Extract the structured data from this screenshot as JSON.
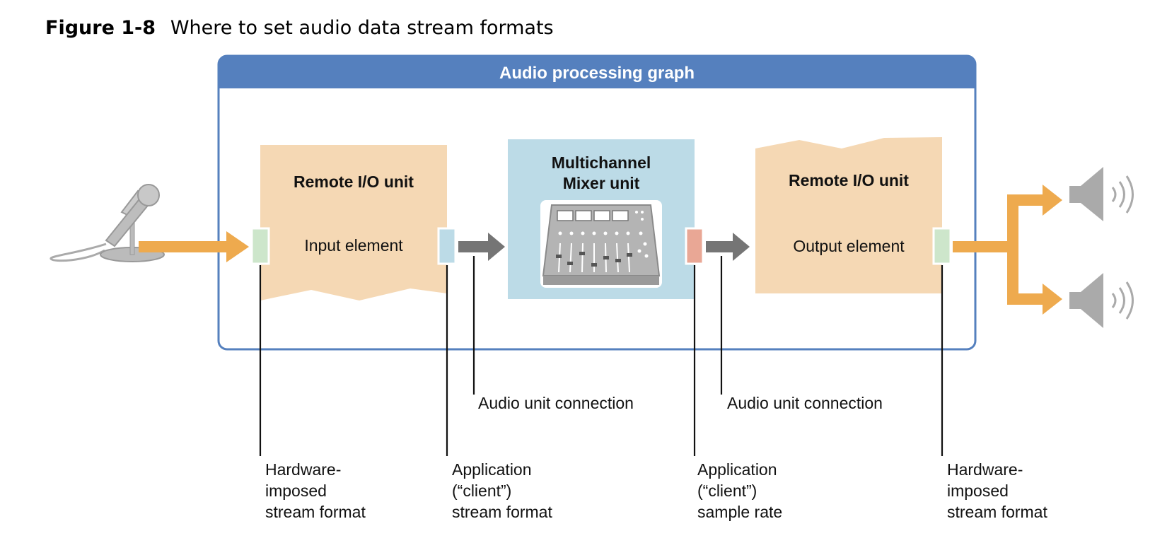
{
  "figure": {
    "label": "Figure 1-8",
    "title": "Where to set audio data stream formats"
  },
  "graph": {
    "title": "Audio processing graph"
  },
  "units": {
    "input_remote_io": {
      "title": "Remote I/O unit",
      "element": "Input element"
    },
    "mixer": {
      "title_line1": "Multichannel",
      "title_line2": "Mixer unit"
    },
    "output_remote_io": {
      "title": "Remote I/O unit",
      "element": "Output element"
    }
  },
  "connections": {
    "first": "Audio unit connection",
    "second": "Audio unit connection"
  },
  "callouts": {
    "input_hw": {
      "line1": "Hardware-",
      "line2": "imposed",
      "line3": "stream format"
    },
    "input_client": {
      "line1": "Application",
      "line2": "(“client”)",
      "line3": "stream format"
    },
    "mixer_client": {
      "line1": "Application",
      "line2": "(“client”)",
      "line3": "sample rate"
    },
    "output_hw": {
      "line1": "Hardware-",
      "line2": "imposed",
      "line3": "stream format"
    }
  },
  "icons": {
    "source": "microphone-icon",
    "mixer": "mixing-console-icon",
    "outputs": [
      "speaker-icon",
      "speaker-icon"
    ]
  },
  "colors": {
    "graph_header": "#5580be",
    "graph_border": "#5580be",
    "remote_io_fill": "#f5d8b4",
    "mixer_fill": "#bcdbe7",
    "hardware_port": "#cde6cb",
    "client_port": "#bcdbe7",
    "sample_rate_port": "#e9a795",
    "audio_flow_arrow": "#eeaa4e",
    "connection_arrow": "#757575",
    "device_gray": "#aaaaaa"
  }
}
